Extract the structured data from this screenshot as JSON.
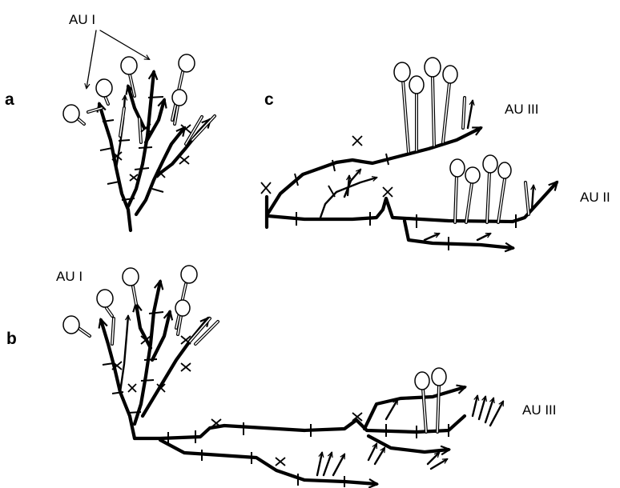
{
  "panels": {
    "a": {
      "label": "a",
      "au_labels": [
        "AU I"
      ]
    },
    "b": {
      "label": "b",
      "au_labels": [
        "AU I",
        "AU III"
      ]
    },
    "c": {
      "label": "c",
      "au_labels": [
        "AU III",
        "AU II"
      ]
    }
  },
  "colors": {
    "ink": "#000000",
    "background": "#ffffff",
    "head_fill": "#ffffff"
  },
  "symbols": {
    "transverse_tick": "tick-mark",
    "cross": "x-mark",
    "sporangium": "circle-on-stalk",
    "growth_tip": "arrow-head"
  }
}
